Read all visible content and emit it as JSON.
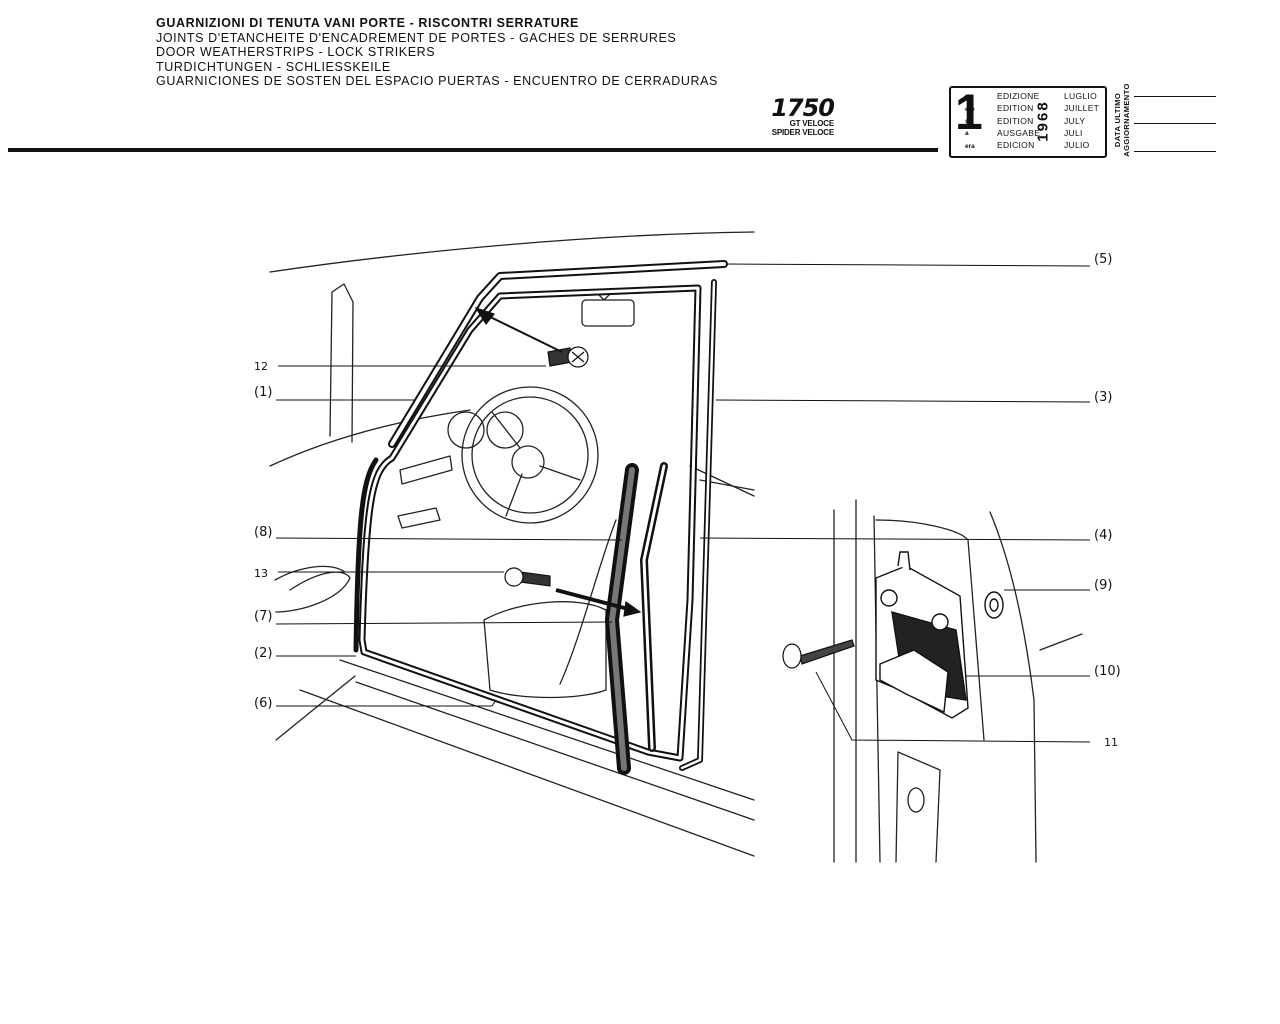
{
  "header": {
    "titles": [
      "GUARNIZIONI DI TENUTA VANI PORTE - RISCONTRI SERRATURE",
      "JOINTS D'ETANCHEITE D'ENCADREMENT DE PORTES - GACHES DE SERRURES",
      "DOOR WEATHERSTRIPS - LOCK STRIKERS",
      "TURDICHTUNGEN - SCHLIESSKEILE",
      "GUARNICIONES DE SOSTEN DEL ESPACIO PUERTAS - ENCUENTRO DE CERRADURAS"
    ],
    "model": {
      "number": "1750",
      "line1": "GT VELOCE",
      "line2": "SPIDER VELOCE"
    }
  },
  "edition_box": {
    "number": "1",
    "suffixes": [
      "a",
      "ere",
      "st",
      "a",
      "era"
    ],
    "words": [
      "EDIZIONE",
      "EDITION",
      "EDITION",
      "AUSGABE",
      "EDICION"
    ],
    "year": "1968",
    "months": [
      "LUGLIO",
      "JUILLET",
      "JULY",
      "JULI",
      "JULIO"
    ],
    "update_label_1": "DATA ULTIMO",
    "update_label_2": "AGGIORNAMENTO"
  },
  "callouts": {
    "c5": "(5)",
    "c3": "(3)",
    "c4": "(4)",
    "c9": "(9)",
    "c10": "(10)",
    "c11": "11",
    "c12": "12",
    "c1": "(1)",
    "c8": "(8)",
    "c13": "13",
    "c7": "(7)",
    "c2": "(2)",
    "c6": "(6)"
  }
}
